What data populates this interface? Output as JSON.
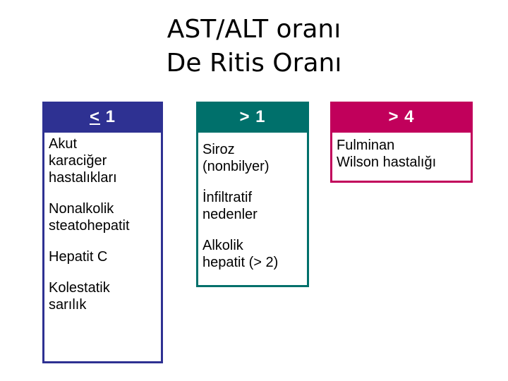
{
  "title": {
    "line1": "AST/ALT oranı",
    "line2": "De Ritis Oranı"
  },
  "colors": {
    "col1": "#2e3192",
    "col2": "#00706b",
    "col3": "#c1005b"
  },
  "columns": [
    {
      "header_symbol": "<",
      "header_value": "1",
      "items": [
        "Akut\nkaraciğer\nhastalıkları",
        "Nonalkolik\nsteatohepatit",
        "Hepatit C",
        "Kolestatik\nsarılık"
      ]
    },
    {
      "header_symbol": ">",
      "header_value": "1",
      "items": [
        "Siroz\n(nonbilyer)",
        "İnfiltratif\nnedenler",
        "Alkolik\nhepatit (> 2)"
      ]
    },
    {
      "header_symbol": ">",
      "header_value": "4",
      "items": [
        "Fulminan\nWilson hastalığı"
      ]
    }
  ]
}
